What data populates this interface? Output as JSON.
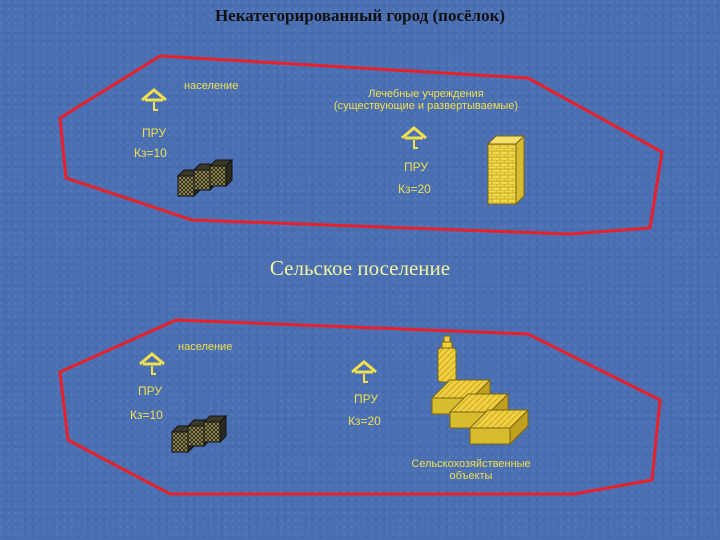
{
  "slide": {
    "title": "Некатегорированный город (посёлок)",
    "subtitle": "Сельское поселение"
  },
  "city": {
    "population_label": "население",
    "pru_label": "ПРУ",
    "kz_population": "Кз=10",
    "medical_label_line1": "Лечебные учреждения",
    "medical_label_line2": "(существующие и развертываемые)",
    "medical_pru_label": "ПРУ",
    "kz_medical": "Кз=20"
  },
  "village": {
    "population_label": "население",
    "pru_label": "ПРУ",
    "kz_population": "Кз=10",
    "agri_pru_label": "ПРУ",
    "kz_agri": "Кз=20",
    "agri_label_line1": "Сельскохозяйственные",
    "agri_label_line2": "объекты"
  },
  "colors": {
    "background": "#4a6fb3",
    "boundary": "#e8202a",
    "label": "#f0e050",
    "building": "#f0d040"
  }
}
